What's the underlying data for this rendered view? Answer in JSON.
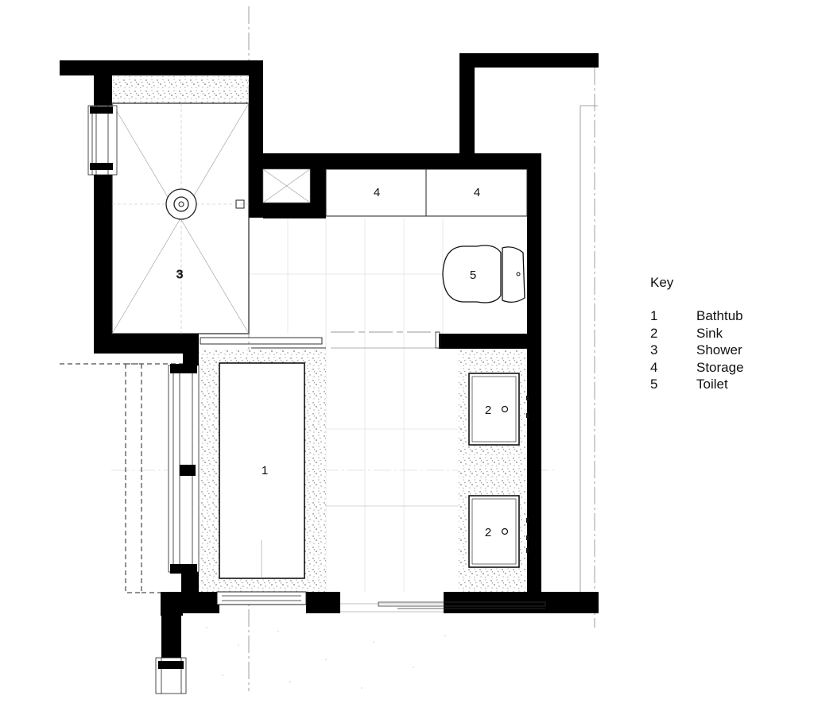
{
  "plan": {
    "labels": {
      "bathtub": "1",
      "sink_upper": "2",
      "sink_lower": "2",
      "shower": "3",
      "storage_left": "4",
      "storage_right": "4",
      "toilet": "5"
    }
  },
  "key": {
    "title": "Key",
    "items": [
      {
        "num": "1",
        "label": "Bathtub"
      },
      {
        "num": "2",
        "label": "Sink"
      },
      {
        "num": "3",
        "label": "Shower"
      },
      {
        "num": "4",
        "label": "Storage"
      },
      {
        "num": "5",
        "label": "Toilet"
      }
    ]
  }
}
